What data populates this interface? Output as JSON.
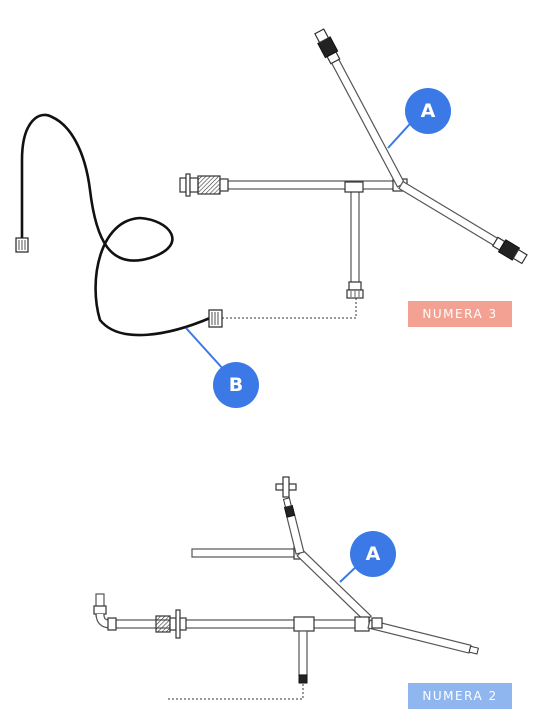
{
  "colors": {
    "callout": "#3b79e6",
    "tag_numera3": "#f2a193",
    "tag_numera2": "#8fb6ef",
    "tube_stroke": "#555555",
    "cable": "#111111"
  },
  "diagram_top": {
    "callout_a": "A",
    "callout_b": "B",
    "tag": "NUMERA 3"
  },
  "diagram_bottom": {
    "callout_a": "A",
    "tag": "NUMERA 2"
  }
}
